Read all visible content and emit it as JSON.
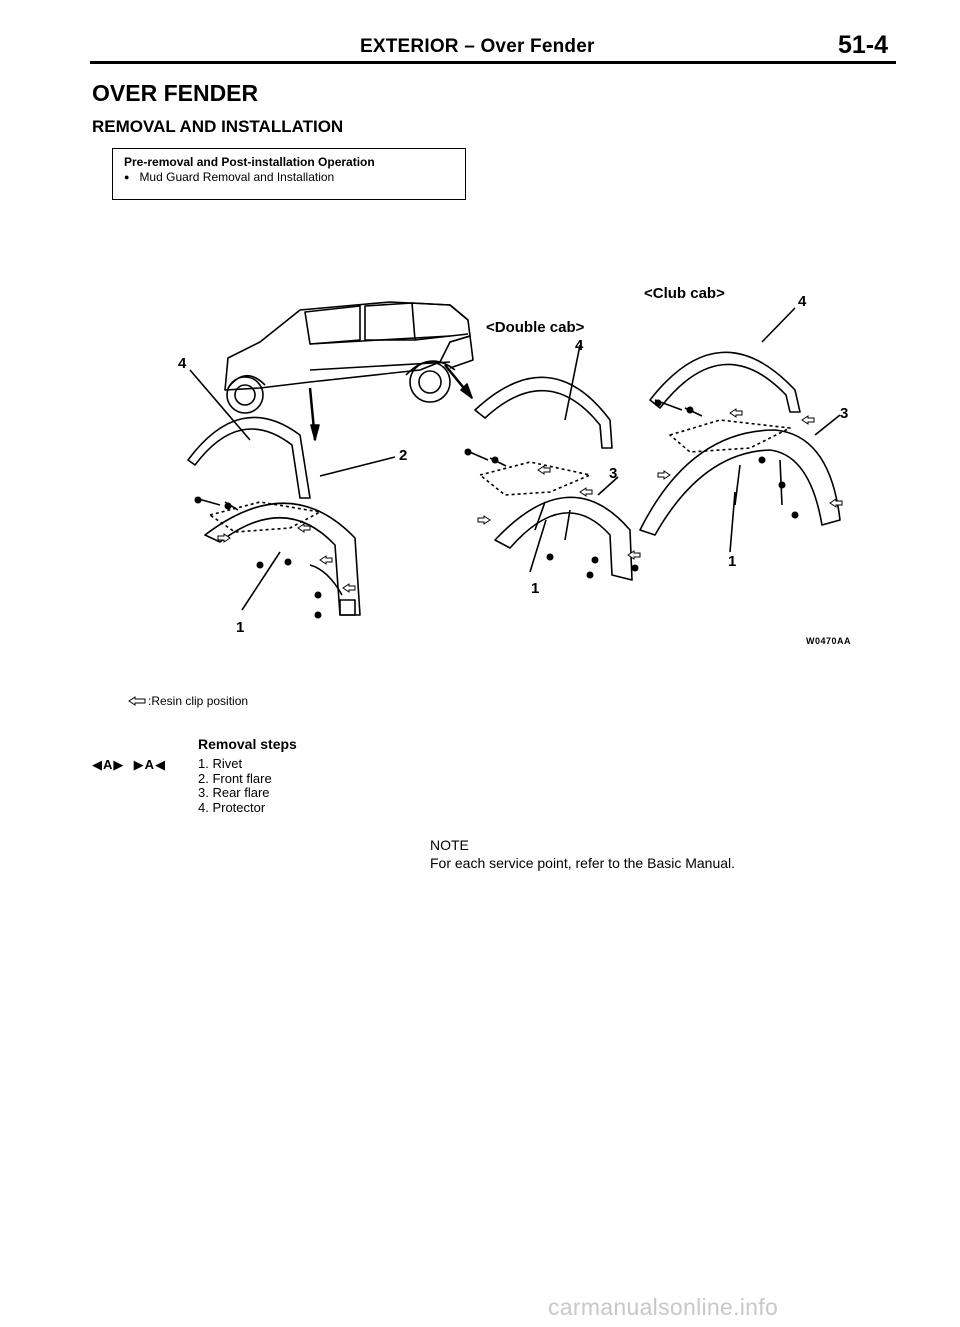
{
  "header": {
    "title": "EXTERIOR – Over Fender",
    "page_number": "51-4"
  },
  "heading": "OVER FENDER",
  "subheading": "REMOVAL AND INSTALLATION",
  "operation_box": {
    "title": "Pre-removal and Post-installation Operation",
    "items": [
      "Mud Guard Removal and Installation"
    ]
  },
  "figure": {
    "labels": {
      "double_cab": "<Double cab>",
      "club_cab": "<Club cab>"
    },
    "callouts": [
      "4",
      "2",
      "1",
      "4",
      "3",
      "1",
      "4",
      "3",
      "1"
    ],
    "code": "W0470AA"
  },
  "legend": {
    "icon": "resin-clip-arrow-icon",
    "text": ":Resin clip position"
  },
  "removal": {
    "title": "Removal steps",
    "service_marks": "◀A▶  ▶A◀",
    "steps": [
      "1. Rivet",
      "2. Front flare",
      "3. Rear flare",
      "4. Protector"
    ]
  },
  "note": {
    "title": "NOTE",
    "text": "For each service point, refer to the Basic Manual."
  },
  "watermark": "carmanualsonline.info"
}
